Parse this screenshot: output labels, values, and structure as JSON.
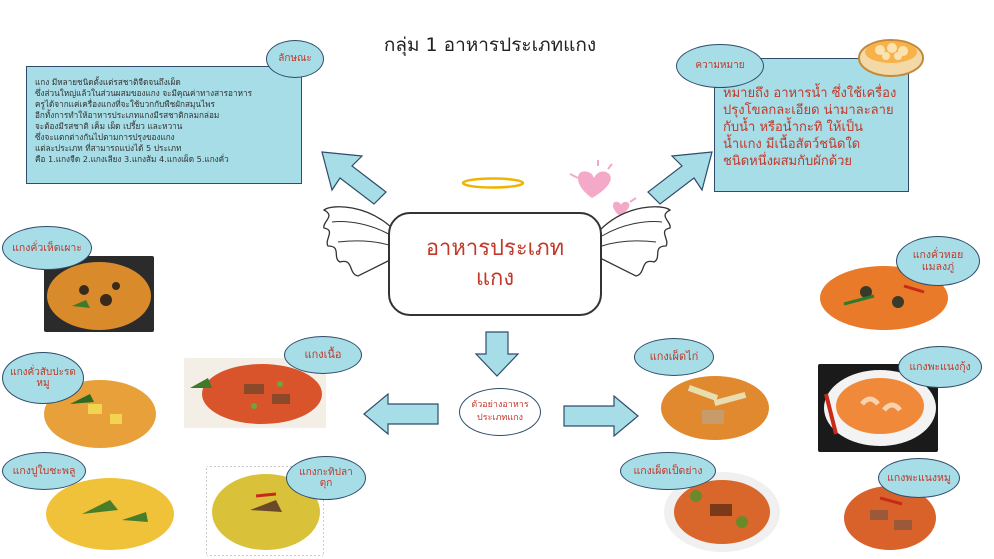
{
  "title": "กลุ่ม 1 อาหารประเภทแกง",
  "center": {
    "line1": "อาหารประเภท",
    "line2": "แกง"
  },
  "examples_node": {
    "line1": "ตัวอย่างอาหาร",
    "line2": "ประเภทแกง"
  },
  "characteristics": {
    "label": "ลักษณะ",
    "lines": [
      "แกง มีหลายชนิดตั้งแต่รสชาติจืดจนถึงเผ็ด",
      "ซึ่งส่วนใหญ่แล้วในส่วนผสมของแกง จะมีคุณค่าทางสารอาหาร",
      "ครูได้จากแค่เครื่องแกงที่จะใช้บวกกับพืชผักสมุนไพร",
      "อีกทั้งการทำให้อาหารประเภทแกงมีรสชาติกลมกล่อม",
      "จะต้องมีรสชาติ เค็ม เผ็ด เปรี้ยว และหวาน",
      "ซึ่งจะแตกต่างกันไปตามการปรุงของแกง",
      "แต่ละประเภท ที่สามารถแบ่งได้ 5 ประเภท",
      "คือ 1.แกงจืด 2.แกงเลียง 3.แกงส้ม 4.แกงเผ็ด 5.แกงคั่ว"
    ]
  },
  "meaning": {
    "label": "ความหมาย",
    "lines": [
      "หมายถึง อาหารน้ำ ซึ่งใช้เครื่อง",
      "ปรุงโขลกละเอียด น่ามาละลาย",
      "กับน้ำ หรือน้ำกะทิ ให้เป็น",
      "น้ำแกง มีเนื้อสัตว์ชนิดใด",
      "ชนิดหนึ่งผสมกับผักด้วย"
    ]
  },
  "curries": {
    "c1": {
      "line1": "แกงคั่วเห็ดเผาะ",
      "line2": ""
    },
    "c2": {
      "line1": "แกงคั่วสับปะรด",
      "line2": "หมู"
    },
    "c3": {
      "line1": "แกงปูใบชะพลู",
      "line2": ""
    },
    "c4": {
      "line1": "แกงเนื้อ",
      "line2": ""
    },
    "c5": {
      "line1": "แกงกะทิปลา",
      "line2": "ดุก"
    },
    "c6": {
      "line1": "แกงเผ็ดไก่",
      "line2": ""
    },
    "c7": {
      "line1": "แกงเผ็ดเป็ดย่าง",
      "line2": ""
    },
    "c8": {
      "line1": "แกงคั่วหอย",
      "line2": "แมลงภู่"
    },
    "c9": {
      "line1": "แกงพะแนงกุ้ง",
      "line2": ""
    },
    "c10": {
      "line1": "แกงพะแนงหมู",
      "line2": ""
    }
  },
  "colors": {
    "box_fill": "#a6dde6",
    "box_border": "#2f4c6c",
    "label_text": "#c0392b",
    "curry_orange": "#e8852a"
  },
  "icons": [
    "angel-wings-icon",
    "halo-icon",
    "hearts-icon",
    "dessert-bowl-icon"
  ]
}
